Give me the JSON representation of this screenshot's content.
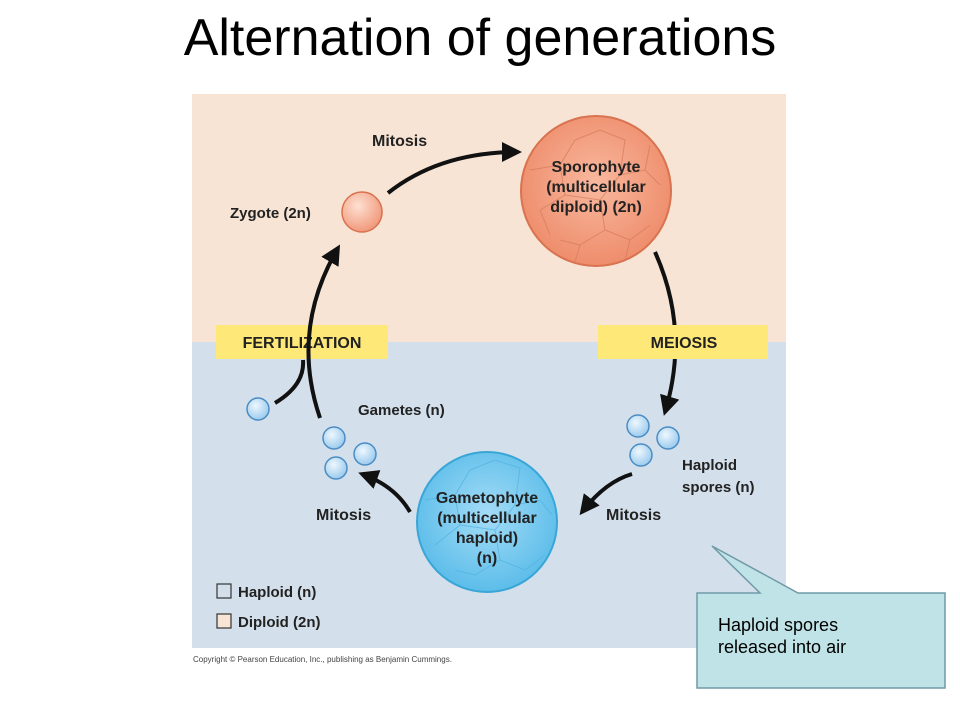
{
  "title": "Alternation of generations",
  "labels": {
    "mitosis_top": "Mitosis",
    "zygote": "Zygote (2n)",
    "sporophyte_l1": "Sporophyte",
    "sporophyte_l2": "(multicellular",
    "sporophyte_l3": "diploid) (2n)",
    "fertilization": "FERTILIZATION",
    "meiosis": "MEIOSIS",
    "gametes": "Gametes (n)",
    "haploid_spores_l1": "Haploid",
    "haploid_spores_l2": "spores (n)",
    "gametophyte_l1": "Gametophyte",
    "gametophyte_l2": "(multicellular",
    "gametophyte_l3": "haploid)",
    "gametophyte_l4": "(n)",
    "mitosis_left": "Mitosis",
    "mitosis_right": "Mitosis"
  },
  "legend": {
    "haploid": "Haploid (n)",
    "diploid": "Diploid (2n)"
  },
  "copyright": "Copyright © Pearson Education, Inc., publishing as Benjamin Cummings.",
  "callout": {
    "line1": "Haploid spores",
    "line2": "released into air"
  },
  "colors": {
    "diploid_bg": "#f7e4d4",
    "haploid_bg": "#d3e0ec",
    "sporophyte": "#f5a487",
    "gametophyte": "#7fcdf1",
    "zygote": "#f7b29a",
    "gamete": "#c3def4",
    "label_box": "#fde878",
    "callout": "#bfe3e6"
  }
}
